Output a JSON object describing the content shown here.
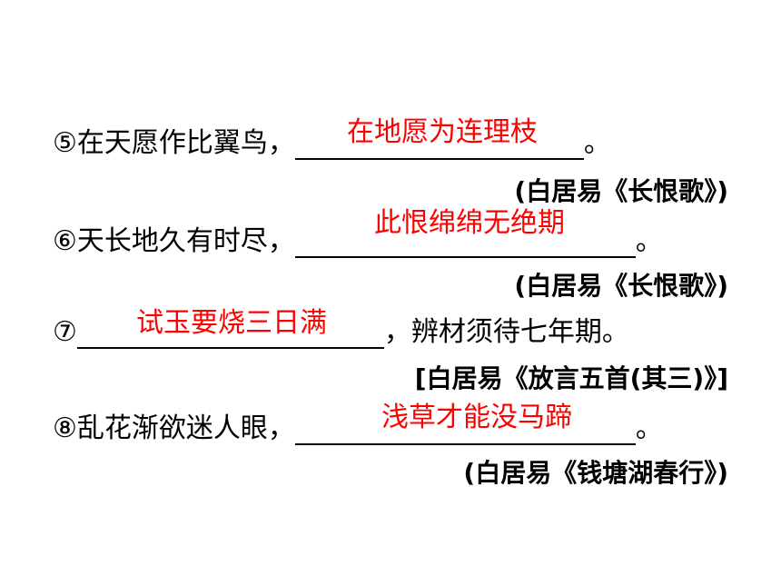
{
  "items": [
    {
      "prefix": "⑤在天愿作比翼鸟，",
      "suffix": "。",
      "answer": "在地愿为连理枝",
      "source": "(白居易《长恨歌》)"
    },
    {
      "prefix": "⑥天长地久有时尽，",
      "suffix": "。",
      "answer": "此恨绵绵无绝期",
      "source": "(白居易《长恨歌》)"
    },
    {
      "prefix": "⑦",
      "suffix": "，辨材须待七年期。",
      "answer": "试玉要烧三日满",
      "source": "[白居易《放言五首(其三)》]"
    },
    {
      "prefix": "⑧乱花渐欲迷人眼，",
      "suffix": "。",
      "answer": "浅草才能没马蹄",
      "source": "(白居易《钱塘湖春行》)"
    }
  ],
  "colors": {
    "answer": "#ff0000",
    "text": "#000000"
  }
}
